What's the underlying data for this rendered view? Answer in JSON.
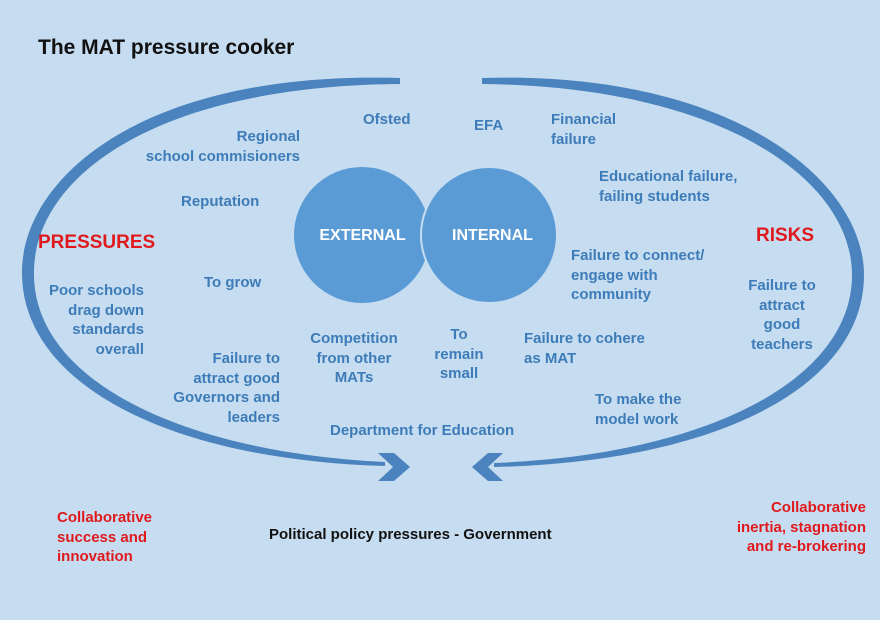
{
  "title": "The MAT pressure cooker",
  "colors": {
    "background": "#c6dcf0",
    "label_text": "#3d7cb8",
    "circle_fill": "#5b9bd5",
    "ring": "#4a83bd",
    "emphasis_red": "#e0191d",
    "title_text": "#111111"
  },
  "circles": {
    "left_label": "EXTERNAL",
    "right_label": "INTERNAL"
  },
  "side_labels": {
    "pressures": "PRESSURES",
    "risks": "RISKS"
  },
  "pressure_items": {
    "regional": "Regional\nschool commisioners",
    "ofsted": "Ofsted",
    "reputation": "Reputation",
    "to_grow": "To grow",
    "poor_schools": "Poor schools\ndrag down\nstandards\noverall",
    "governors": "Failure to\nattract good\nGovernors and\nleaders",
    "competition": "Competition\nfrom other\nMATs",
    "remain_small": "To\nremain\nsmall",
    "dfe": "Department for Education"
  },
  "risk_items": {
    "efa": "EFA",
    "financial": "Financial\nfailure",
    "educational": "Educational failure,\nfailing students",
    "community": "Failure to connect/\nengage with\ncommunity",
    "teachers": "Failure to\nattract\ngood\nteachers",
    "cohere": "Failure to cohere\nas MAT",
    "model": "To make the\nmodel work"
  },
  "outcomes": {
    "left": "Collaborative\nsuccess and\ninnovation",
    "center": "Political policy pressures - Government",
    "right": "Collaborative\ninertia, stagnation\nand re-brokering"
  },
  "icons": {
    "left_arrowhead": "chevron-right-icon",
    "right_arrowhead": "chevron-left-icon"
  }
}
